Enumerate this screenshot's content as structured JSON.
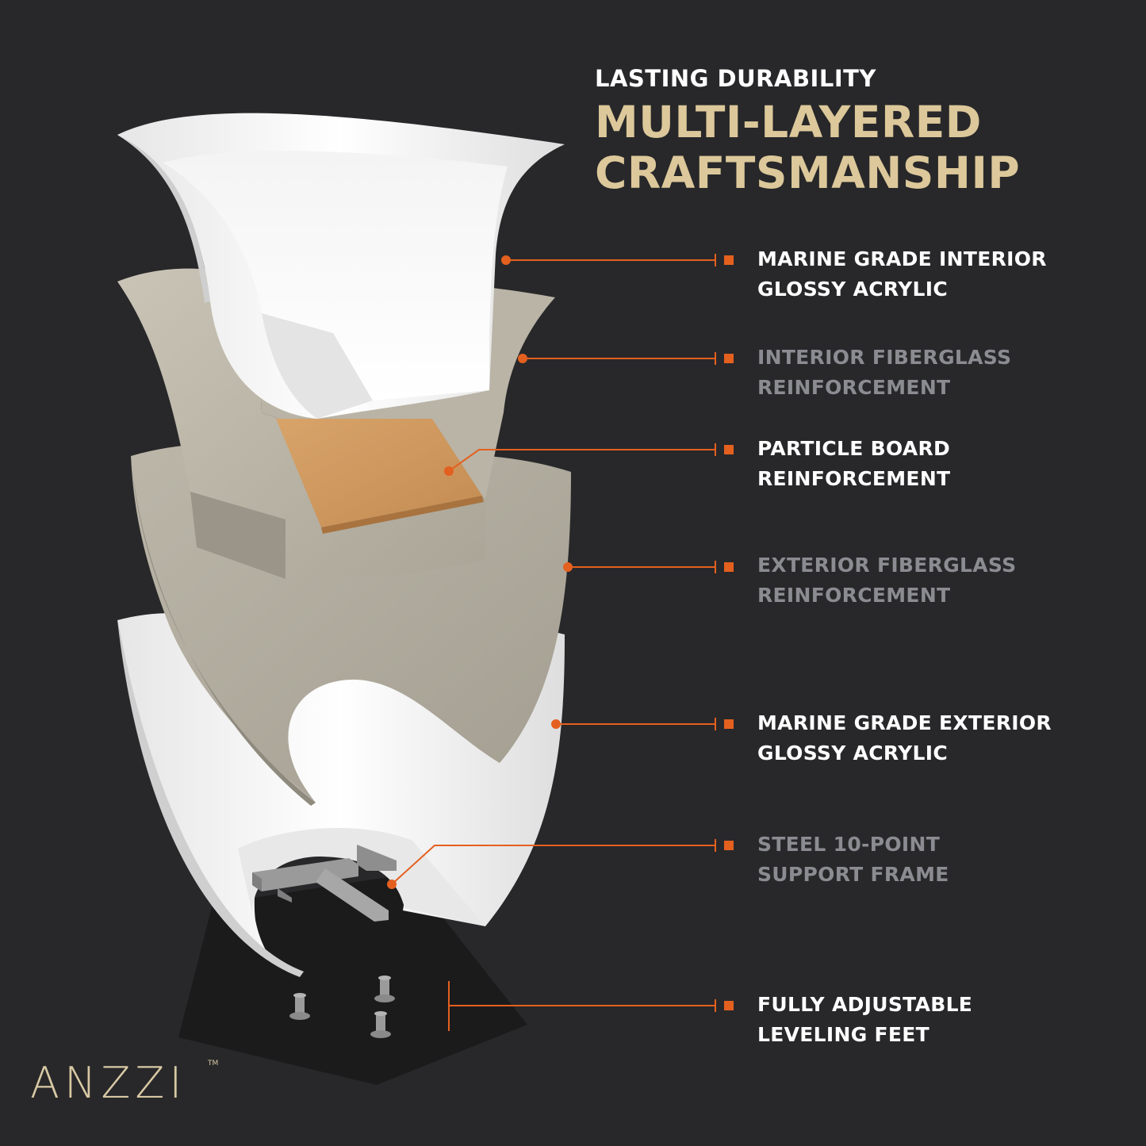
{
  "header": {
    "kicker": "LASTING DURABILITY",
    "headline_line1": "MULTI-LAYERED",
    "headline_line2": "CRAFTSMANSHIP"
  },
  "layers": [
    {
      "line1": "MARINE GRADE INTERIOR",
      "line2": "GLOSSY ACRYLIC",
      "highlight": true
    },
    {
      "line1": "INTERIOR FIBERGLASS",
      "line2": "REINFORCEMENT",
      "highlight": false
    },
    {
      "line1": "PARTICLE BOARD",
      "line2": "REINFORCEMENT",
      "highlight": true
    },
    {
      "line1": "EXTERIOR FIBERGLASS",
      "line2": "REINFORCEMENT",
      "highlight": false
    },
    {
      "line1": "MARINE GRADE EXTERIOR",
      "line2": "GLOSSY ACRYLIC",
      "highlight": true
    },
    {
      "line1": "STEEL 10-POINT",
      "line2": "SUPPORT FRAME",
      "highlight": false
    },
    {
      "line1": "FULLY ADJUSTABLE",
      "line2": "LEVELING FEET",
      "highlight": true
    }
  ],
  "brand": {
    "name": "ANZZI",
    "mark": "TM"
  },
  "colors": {
    "background": "#28282a",
    "accent": "#e4601f",
    "headline": "#dcc89a",
    "label_dim": "#8b8c91",
    "label_bright": "#ffffff"
  }
}
